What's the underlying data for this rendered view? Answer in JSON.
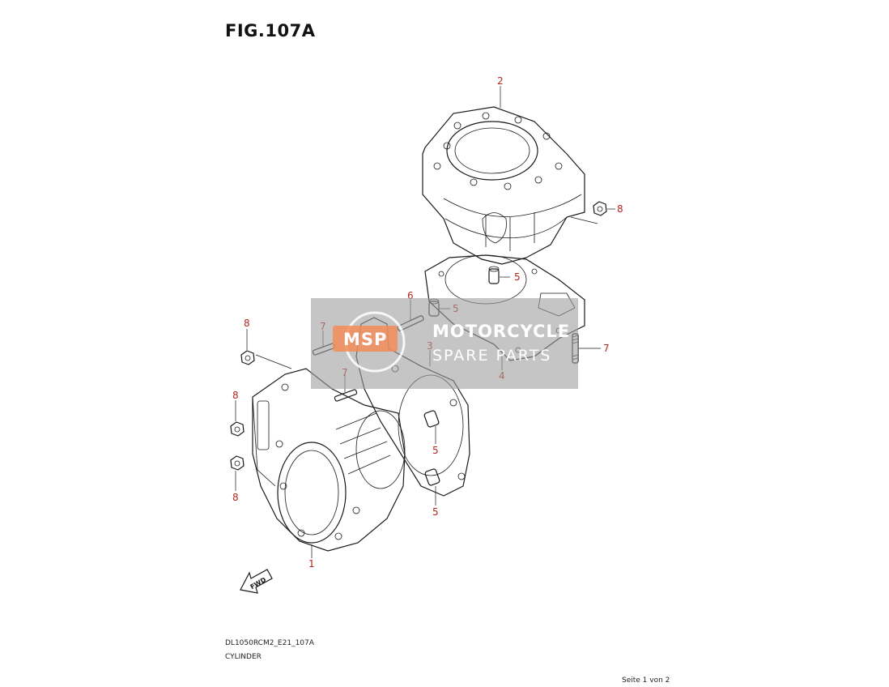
{
  "figure": {
    "title": "FIG.107A",
    "model_code": "DL1050RCM2_E21_107A",
    "name": "CYLINDER",
    "page": "Seite 1 von 2"
  },
  "watermark": {
    "logo_text": "MSP",
    "brand": "MOTORCYCLE",
    "subtitle": "SPARE PARTS"
  },
  "fwd_label": "FWD",
  "callouts": [
    "1",
    "2",
    "3",
    "4",
    "5",
    "5",
    "5",
    "5",
    "6",
    "7",
    "7",
    "7",
    "8",
    "8",
    "8",
    "8"
  ],
  "colors": {
    "callout": "#b3261e",
    "watermark_bg": "#9e9e9e",
    "watermark_logo": "#f28c5a",
    "line_art": "#1a1a1a"
  }
}
